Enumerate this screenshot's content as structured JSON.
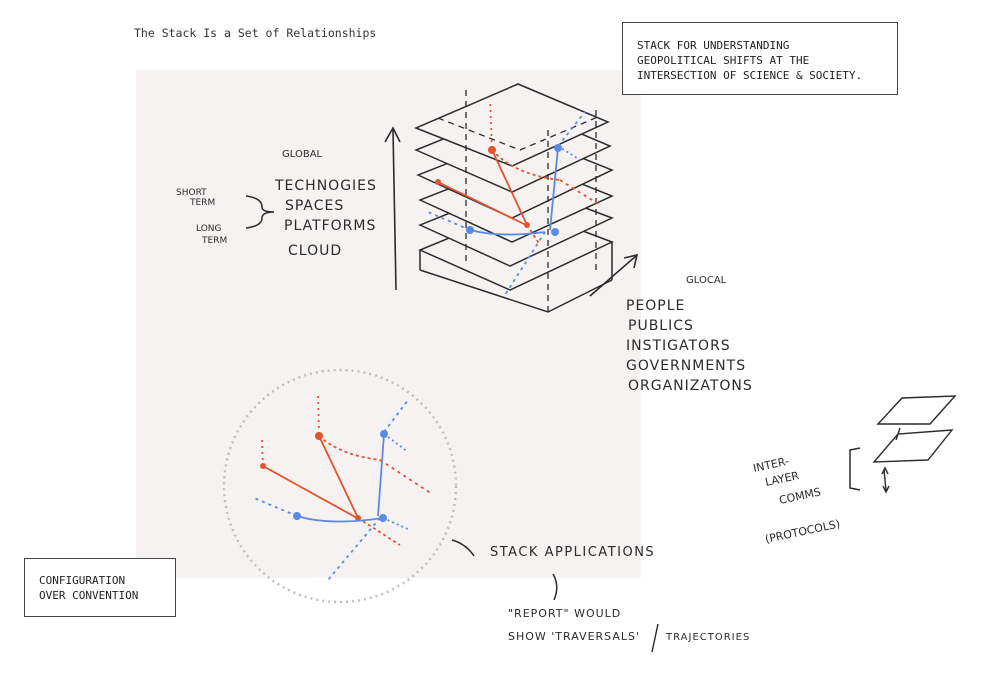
{
  "title": "The Stack Is a Set of Relationships",
  "top_box": {
    "lines": [
      "STACK FOR UNDERSTANDING",
      "GEOPOLITICAL SHIFTS AT THE",
      "INTERSECTION OF SCIENCE & SOCIETY."
    ]
  },
  "bottom_box": {
    "lines": [
      "CONFIGURATION",
      "OVER CONVENTION"
    ]
  },
  "notes": {
    "global": "GLOBAL",
    "glocal": "GLOCAL",
    "short_term": [
      "SHORT",
      "TERM"
    ],
    "long_term": [
      "LONG",
      "TERM"
    ],
    "layers_list": [
      "TECHNOGIES",
      "SPACES",
      "PLATFORMS",
      "CLOUD"
    ],
    "actors_list": [
      "PEOPLE",
      "PUBLICS",
      "INSTIGATORS",
      "GOVERNMENTS",
      "ORGANIZATONS"
    ],
    "stack_applications": "STACK APPLICATIONS",
    "report_line1": "\"REPORT\" WOULD",
    "report_line2a": "SHOW 'TRAVERSALS'",
    "report_line2b": "TRAJECTORIES",
    "inter_layer": [
      "INTER-",
      "LAYER",
      "COMMS",
      "(PROTOCOLS)"
    ]
  },
  "colors": {
    "ink": "#2b2b2b",
    "red": "#e2542b",
    "blue": "#5b8be0",
    "panel": "#f7f2f2",
    "dotted_circle": "#bdbdbd"
  }
}
